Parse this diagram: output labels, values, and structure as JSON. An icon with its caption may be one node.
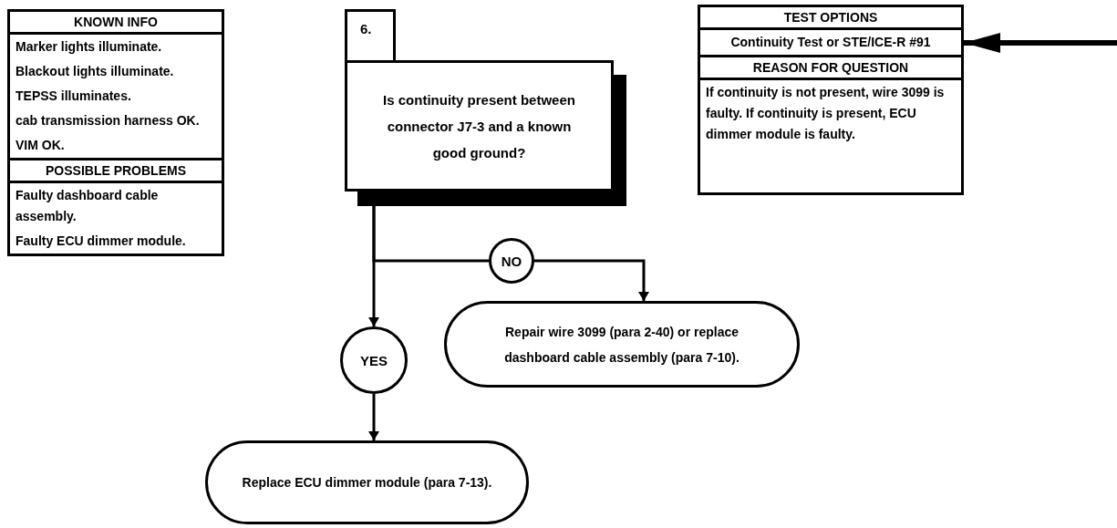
{
  "diagram": {
    "nodes": [
      {
        "text": [
          "KNOWN INFO",
          "Marker lights illuminate.",
          "Blackout lights illuminate.",
          "TEPSS illuminates.",
          "cab transmission harness OK.",
          "VIM OK.",
          "POSSIBLE PROBLEMS",
          "Faulty dashboard cable assembly.",
          "Faulty ECU dimmer module."
        ]
      },
      {
        "text": [
          "6."
        ]
      },
      {
        "text": [
          "Is continuity present between connector J7-3 and a known good ground?"
        ]
      },
      {
        "text": [
          "TEST OPTIONS",
          "Continuity Test or STE/ICE-R #91",
          "REASON FOR QUESTION",
          "If continuity is not present, wire 3099 is faulty. If continuity is present, ECU dimmer module is faulty."
        ]
      },
      {
        "text": [
          "NO"
        ]
      },
      {
        "text": [
          "Repair wire 3099 (para 2-40) or replace dashboard cable assembly (para 7-10)."
        ]
      },
      {
        "text": [
          "YES"
        ]
      },
      {
        "text": [
          "Replace ECU dimmer module (para 7-13)."
        ]
      }
    ],
    "edges": [
      {
        "from": 2,
        "to": 6,
        "arrow": "to"
      },
      {
        "from": 2,
        "to": 4,
        "arrow": "none"
      },
      {
        "from": 4,
        "to": 5,
        "arrow": "to"
      },
      {
        "from": 6,
        "to": 7,
        "arrow": "to"
      },
      {
        "from": null,
        "to": 3,
        "arrow": "to",
        "style": "thick"
      }
    ]
  }
}
